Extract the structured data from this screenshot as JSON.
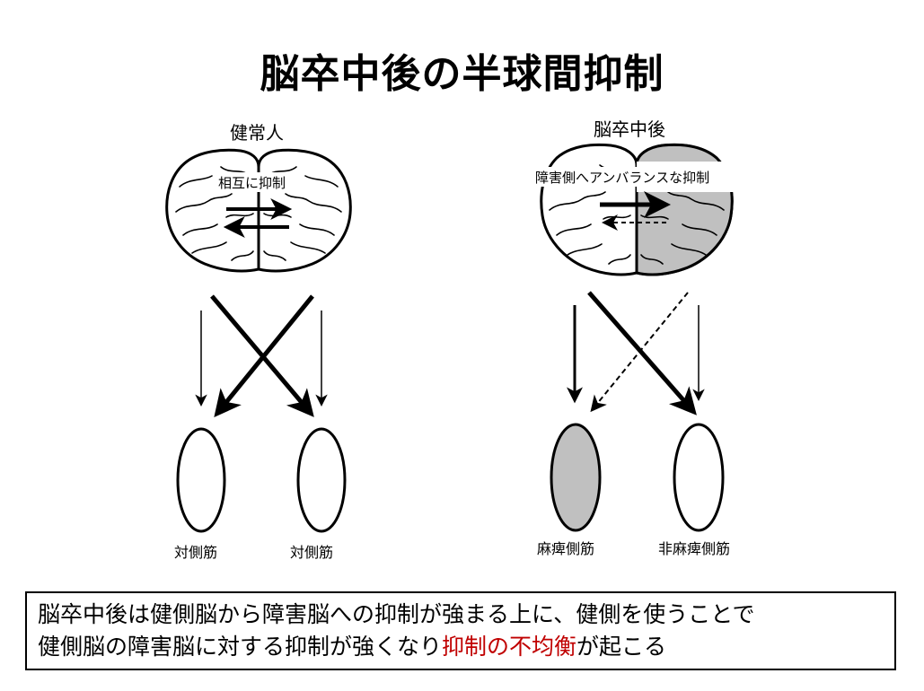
{
  "title": "脳卒中後の半球間抑制",
  "left_panel": {
    "heading": "健常人",
    "brain_label": "相互に抑制",
    "muscle_left": "対側筋",
    "muscle_right": "対側筋"
  },
  "right_panel": {
    "heading": "脳卒中後",
    "brain_label": "障害側へアンバランスな抑制",
    "muscle_left": "麻痺側筋",
    "muscle_right": "非麻痺側筋"
  },
  "note": {
    "line1": "脳卒中後は健側脳から障害脳への抑制が強まる上に、健側を使うことで",
    "line2_before": "健側脳の障害脳に対する抑制が強くなり",
    "line2_accent": "抑制の不均衡",
    "line2_after": "が起こる"
  },
  "colors": {
    "affected_fill": "#c0c0c0",
    "accent_text": "#c00000"
  }
}
